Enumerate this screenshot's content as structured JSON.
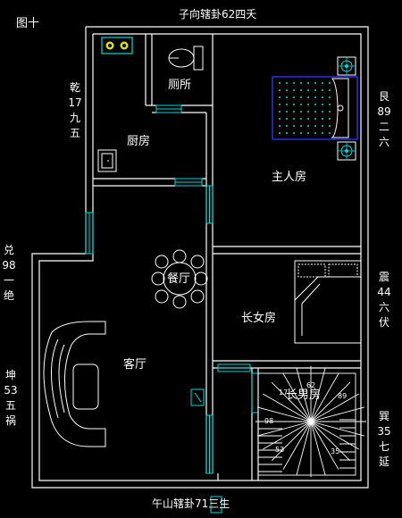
{
  "title": "图十",
  "top_caption": "子向辖卦62四夭",
  "bottom_caption": "午山辖卦71三生",
  "rooms": {
    "toilet": "厕所",
    "kitchen": "厨房",
    "master_bedroom": "主人房",
    "dining": "餐厅",
    "living": "客厅",
    "eldest_daughter_room": "长女房",
    "eldest_son_room": "长男房"
  },
  "side_labels": {
    "qian": [
      "乾",
      "17",
      "九",
      "五"
    ],
    "gen": [
      "艮",
      "89",
      "二",
      "六"
    ],
    "dui": [
      "兑",
      "98",
      "一",
      "绝"
    ],
    "kun": [
      "坤",
      "53",
      "五",
      "祸"
    ],
    "zhen": [
      "震",
      "44",
      "六",
      "伏"
    ],
    "xun": [
      "巽",
      "35",
      "七",
      "延"
    ]
  },
  "stair_numbers": [
    "62",
    "17",
    "89",
    "98",
    "53",
    "35"
  ],
  "colors": {
    "background": "#000000",
    "wall": "#ffffff",
    "fixture": "#00d8d8",
    "bed_border": "#3030ff",
    "accent_yellow": "#e0e000",
    "text": "#ffffff"
  }
}
